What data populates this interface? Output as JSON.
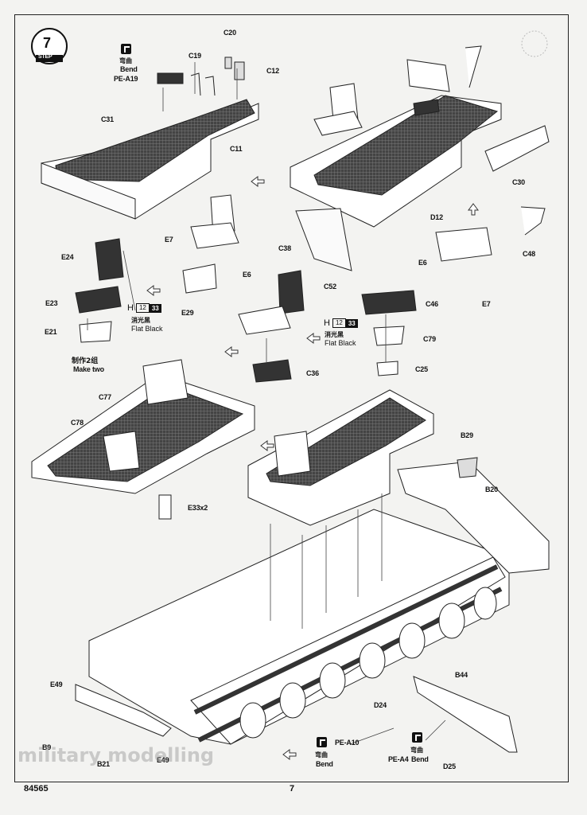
{
  "step": {
    "number": "7",
    "label": "STEP"
  },
  "page_number": "7",
  "kit_number": "84565",
  "bend": {
    "cn": "弯曲",
    "en": "Bend"
  },
  "paint": {
    "letter": "H",
    "code1": "12",
    "code2": "33",
    "cn": "消光黑",
    "en": "Flat Black"
  },
  "make_two": {
    "cn": "制作2组",
    "en": "Make two"
  },
  "parts": {
    "C20": "C20",
    "C12": "C12",
    "C19": "C19",
    "PEA19": "PE-A19",
    "C31": "C31",
    "C11": "C11",
    "C30": "C30",
    "D12": "D12",
    "C52": "C52",
    "E6a": "E6",
    "E6b": "E6",
    "E7a": "E7",
    "E7b": "E7",
    "C48": "C48",
    "E24": "E24",
    "E23": "E23",
    "E21": "E21",
    "E29": "E29",
    "C38": "C38",
    "C46": "C46",
    "C79": "C79",
    "C25": "C25",
    "C36": "C36",
    "C77": "C77",
    "C78": "C78",
    "E33": "E33x2",
    "B29": "B29",
    "B20": "B20",
    "B44": "B44",
    "D24": "D24",
    "E49a": "E49",
    "E49b": "E49",
    "B9": "B9",
    "B21": "B21",
    "PEA10": "PE-A10",
    "PEA4": "PE-A4",
    "D25": "D25"
  },
  "watermark": "military modelling"
}
